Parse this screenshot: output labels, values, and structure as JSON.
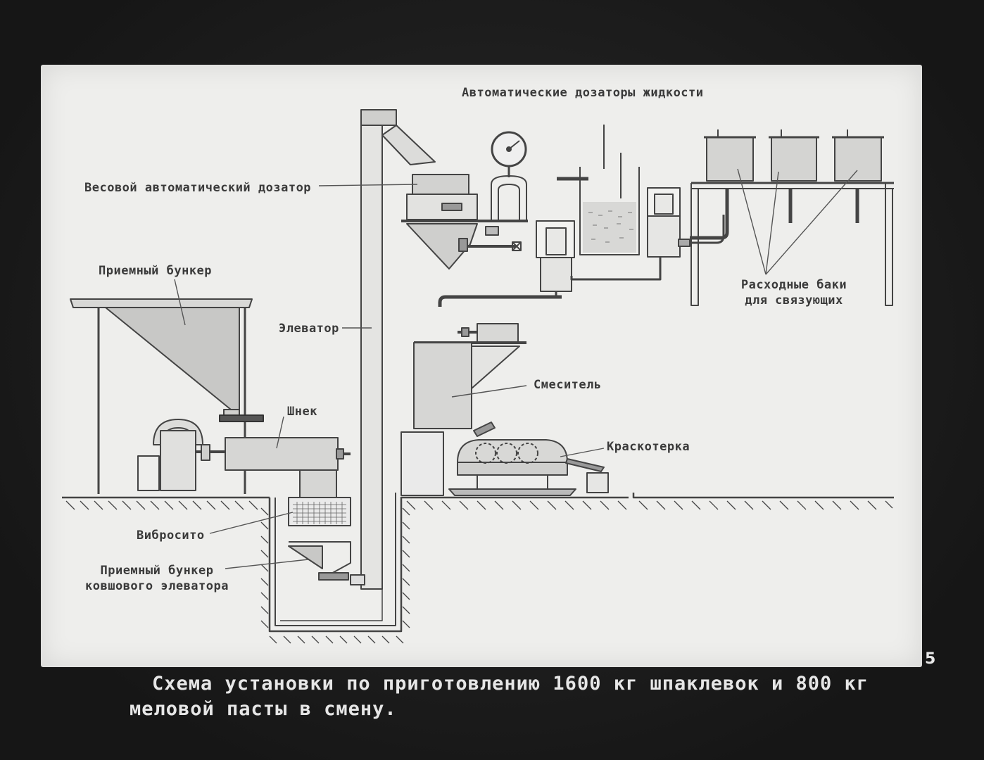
{
  "labels": {
    "auto_dosers": "Автоматические дозаторы жидкости",
    "weight_doser": "Весовой автоматический дозатор",
    "receiving_hopper": "Приемный бункер",
    "elevator": "Элеватор",
    "auger": "Шнек",
    "mixer": "Смеситель",
    "paint_grinder": "Краскотерка",
    "vibro_sieve": "Вибросито",
    "elevator_hopper_line1": "Приемный бункер",
    "elevator_hopper_line2": "ковшового элеватора",
    "tanks_line1": "Расходные баки",
    "tanks_line2": "для связующих"
  },
  "caption": {
    "line1": "Схема установки по приготовлению 1600 кг шпаклевок и 800 кг",
    "line2": "меловой пасты в смену."
  },
  "slide_number": "5",
  "colors": {
    "panel": "#eeeeec",
    "line": "#444444",
    "fill_gray": "#c8c8c6"
  }
}
